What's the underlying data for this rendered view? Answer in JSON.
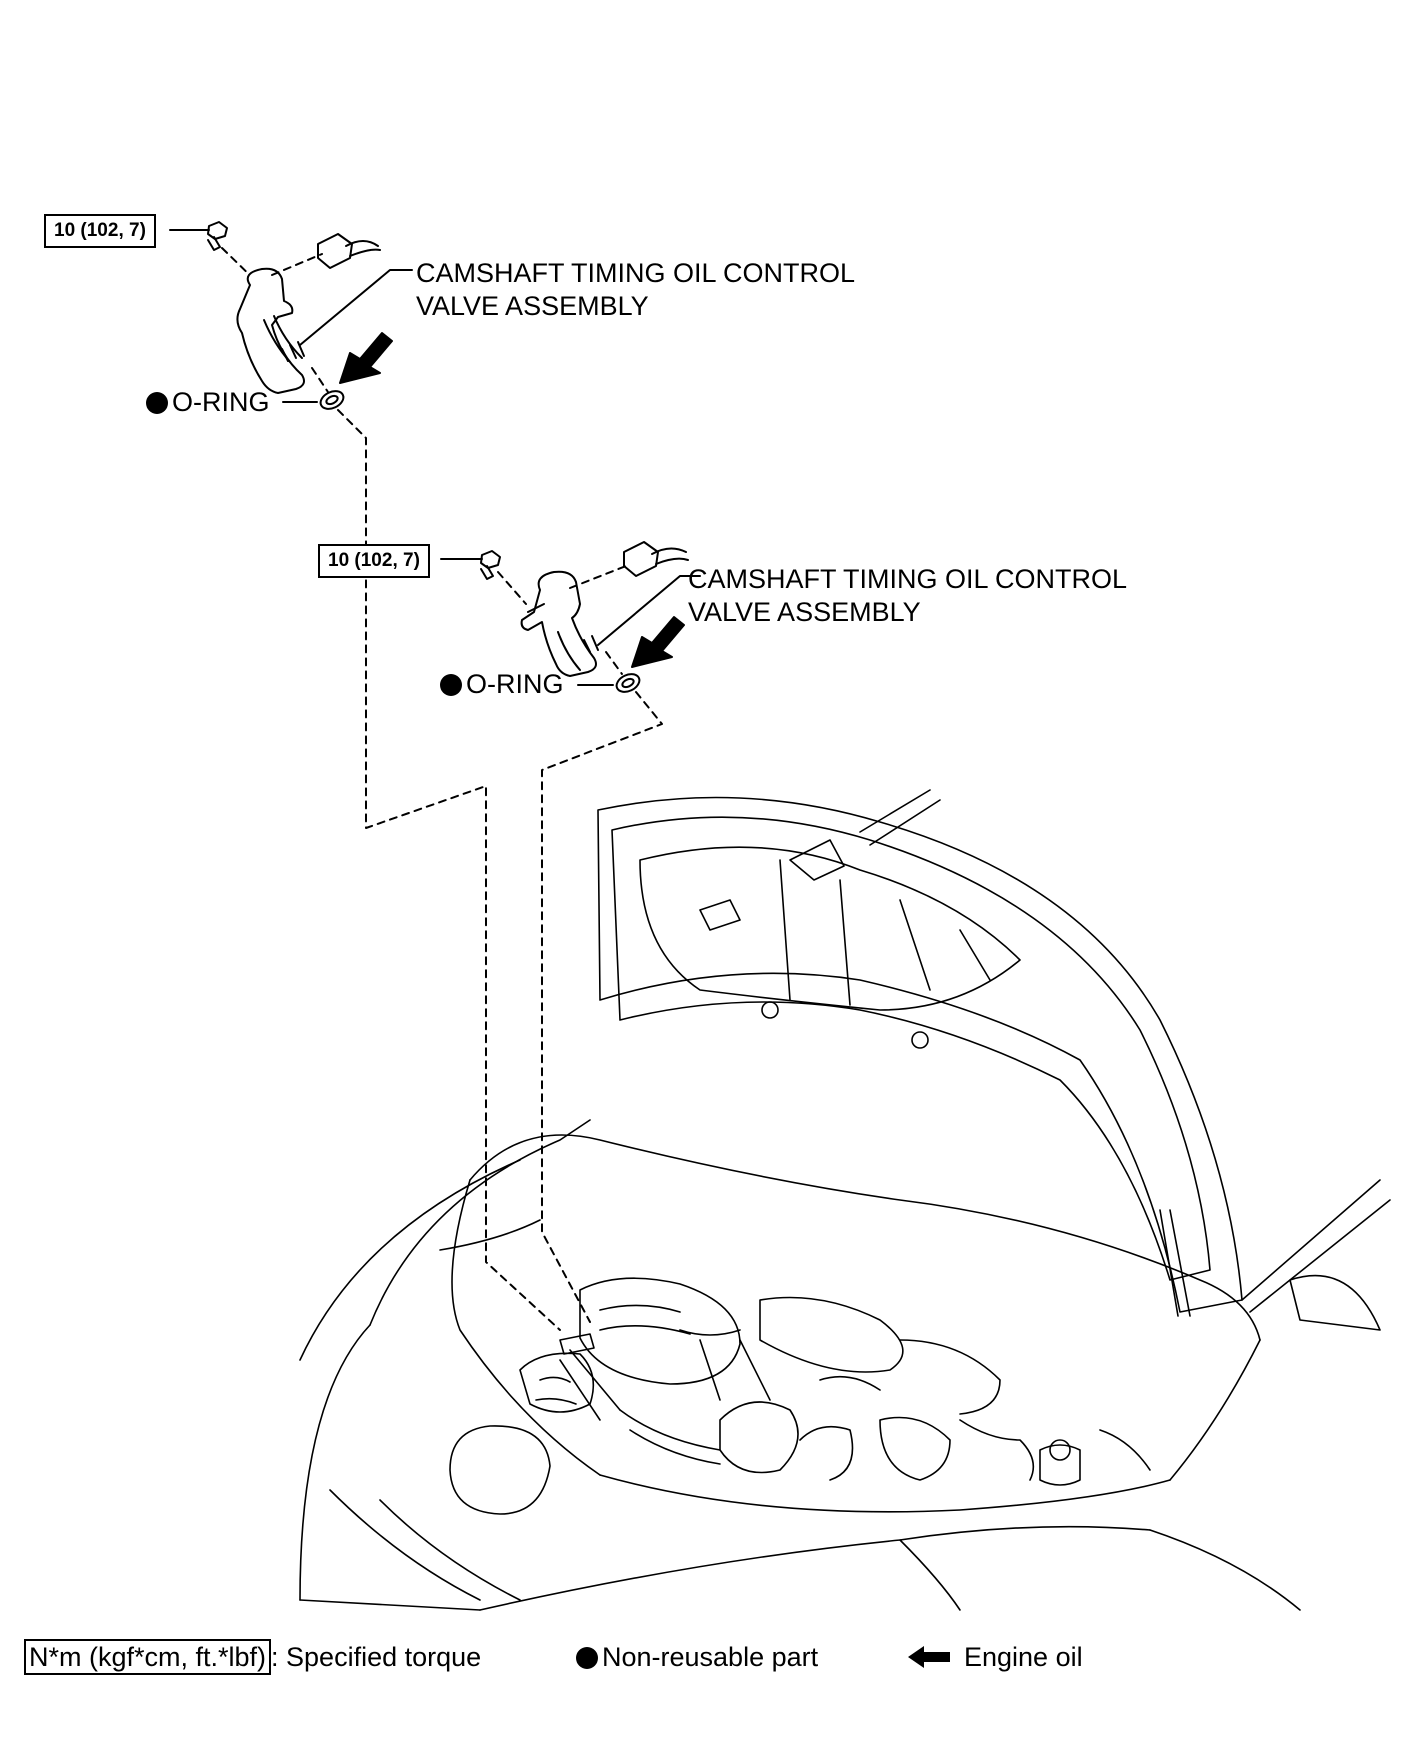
{
  "parts": {
    "valve_upper": {
      "torque": "10 (102, 7)",
      "label_line1": "CAMSHAFT TIMING OIL CONTROL",
      "label_line2": "VALVE ASSEMBLY",
      "oring_label": "O-RING"
    },
    "valve_lower": {
      "torque": "10 (102, 7)",
      "label_line1": "CAMSHAFT TIMING OIL CONTROL",
      "label_line2": "VALVE ASSEMBLY",
      "oring_label": "O-RING"
    }
  },
  "legend": {
    "torque_units": "N*m (kgf*cm, ft.*lbf)",
    "torque_desc": ": Specified torque",
    "nonreusable": "Non-reusable part",
    "engine_oil": "Engine oil"
  },
  "colors": {
    "ink": "#000000",
    "paper": "#ffffff"
  }
}
